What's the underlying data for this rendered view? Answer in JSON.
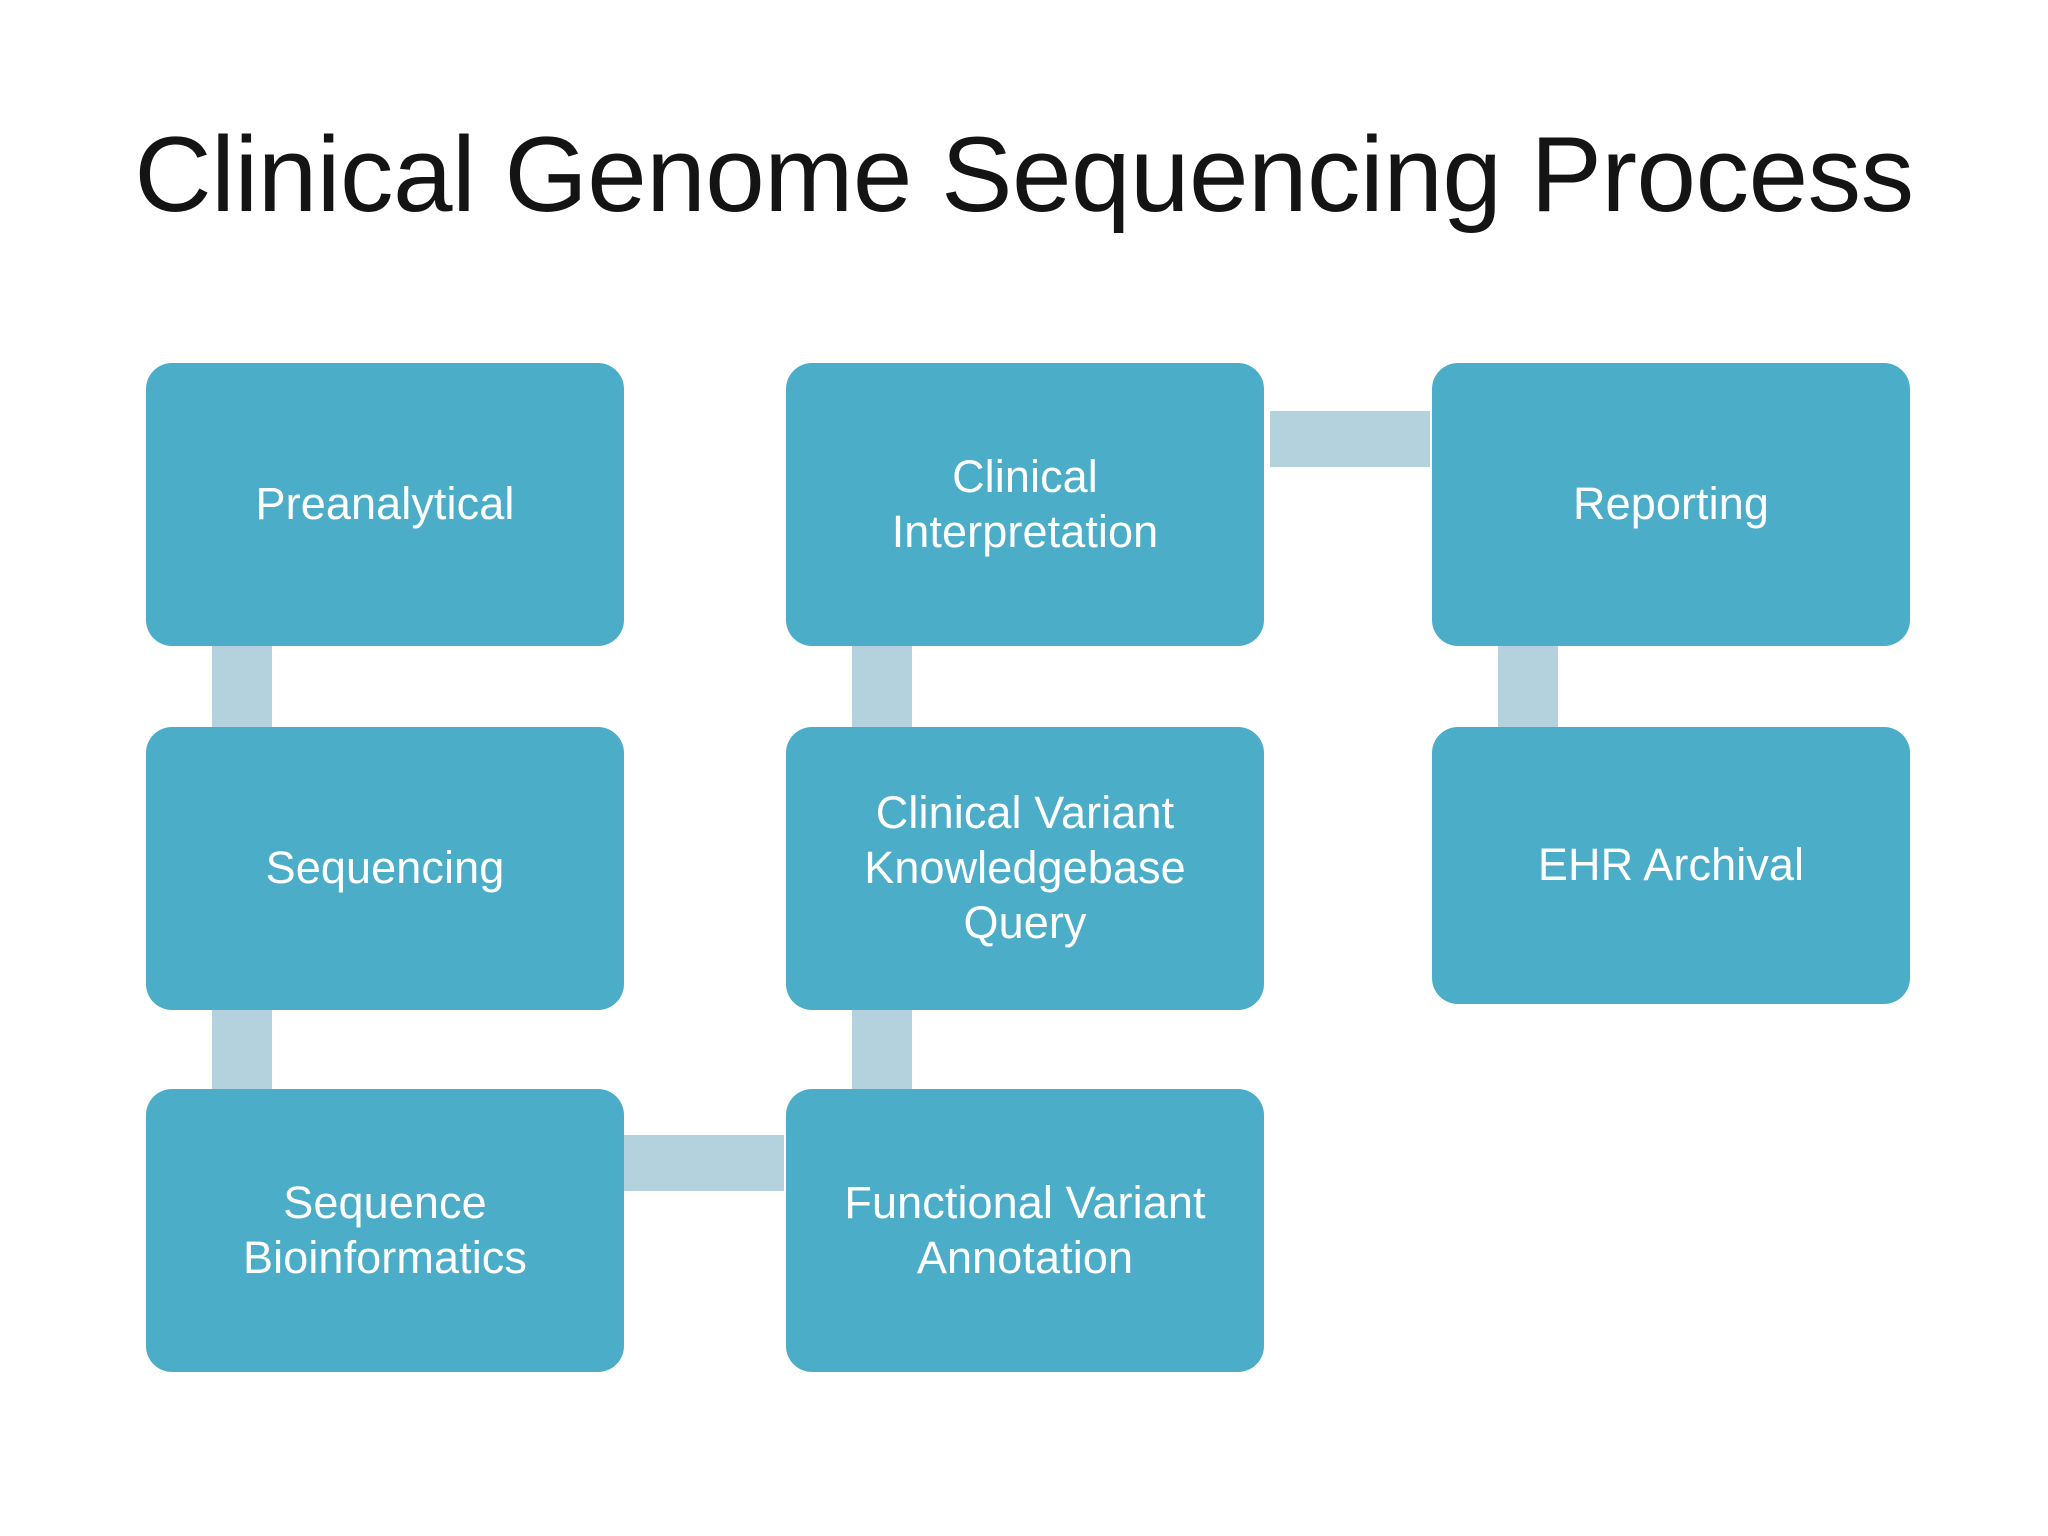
{
  "slide": {
    "title": "Clinical Genome Sequencing Process",
    "background_color": "#ffffff",
    "title_color": "#141414"
  },
  "theme": {
    "node_fill": "#4cadc9",
    "node_text_color": "#ffffff",
    "connector_color": "#b3d2de"
  },
  "diagram": {
    "type": "process-flow",
    "columns": 3,
    "rows": 3,
    "nodes": [
      {
        "id": "preanalytical",
        "label": "Preanalytical",
        "column": 1,
        "row": 1
      },
      {
        "id": "sequencing",
        "label": "Sequencing",
        "column": 1,
        "row": 2
      },
      {
        "id": "sequence-bioinformatics",
        "label": "Sequence\nBioinformatics",
        "column": 1,
        "row": 3
      },
      {
        "id": "clinical-interpretation",
        "label": "Clinical\nInterpretation",
        "column": 2,
        "row": 1
      },
      {
        "id": "clinical-variant-knowledgebase-query",
        "label": "Clinical Variant\nKnowledgebase\nQuery",
        "column": 2,
        "row": 2
      },
      {
        "id": "functional-variant-annotation",
        "label": "Functional Variant\nAnnotation",
        "column": 2,
        "row": 3
      },
      {
        "id": "reporting",
        "label": "Reporting",
        "column": 3,
        "row": 1
      },
      {
        "id": "ehr-archival",
        "label": "EHR Archival",
        "column": 3,
        "row": 2
      }
    ],
    "connectors": [
      {
        "id": "preanalytical-to-sequencing",
        "from": "preanalytical",
        "to": "sequencing",
        "orientation": "vertical"
      },
      {
        "id": "sequencing-to-sequence-bioinformatics",
        "from": "sequencing",
        "to": "sequence-bioinformatics",
        "orientation": "vertical"
      },
      {
        "id": "sequence-bioinformatics-to-functional-variant-annotation",
        "from": "sequence-bioinformatics",
        "to": "functional-variant-annotation",
        "orientation": "horizontal"
      },
      {
        "id": "functional-variant-annotation-to-clinical-variant-knowledgebase-query",
        "from": "functional-variant-annotation",
        "to": "clinical-variant-knowledgebase-query",
        "orientation": "vertical"
      },
      {
        "id": "clinical-variant-knowledgebase-query-to-clinical-interpretation",
        "from": "clinical-variant-knowledgebase-query",
        "to": "clinical-interpretation",
        "orientation": "vertical"
      },
      {
        "id": "clinical-interpretation-to-reporting",
        "from": "clinical-interpretation",
        "to": "reporting",
        "orientation": "horizontal"
      },
      {
        "id": "reporting-to-ehr-archival",
        "from": "reporting",
        "to": "ehr-archival",
        "orientation": "vertical"
      }
    ]
  }
}
